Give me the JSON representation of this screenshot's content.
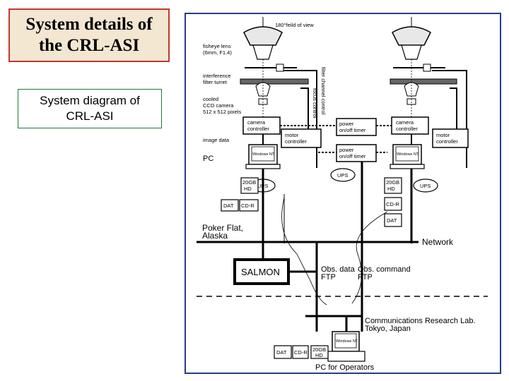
{
  "slide": {
    "title_line1": "System details of",
    "title_line2": "the CRL-ASI",
    "subtitle_line1": "System diagram of",
    "subtitle_line2": "CRL-ASI"
  },
  "diagram": {
    "field_of_view": "180°feild of view",
    "fisheye_line1": "fisheye lens",
    "fisheye_line2": "(6mm, F1.4)",
    "interference_line1": "interference",
    "interference_line2": "filter turret",
    "cooled_line1": "cooled",
    "cooled_line2": "CCD camera",
    "cooled_line3": "512 x 512 pixels",
    "filter_channel_control": "filter channel control",
    "focus_control": "focus control",
    "image_data": "image data",
    "pc": "PC",
    "camera_controller_1": "camera",
    "camera_controller_2": "controller",
    "motor_controller_1": "motor",
    "motor_controller_2": "controller",
    "power_timer_1": "power",
    "power_timer_2": "on/off timer",
    "windows_nt": "Windows NT",
    "ups": "UPS",
    "hd_1": "20GB",
    "hd_2": "HD",
    "dat": "DAT",
    "cdr": "CD-R",
    "poker_flat_1": "Poker Flat,",
    "poker_flat_2": "Alaska",
    "network": "Network",
    "salmon": "SALMON",
    "obs_data_1": "Obs. data",
    "obs_data_2": "FTP",
    "obs_command_1": "Obs. command",
    "obs_command_2": "FTP",
    "crl_1": "Communications Research Lab.",
    "crl_2": "Tokyo, Japan",
    "pc_operators": "PC for Operators"
  }
}
